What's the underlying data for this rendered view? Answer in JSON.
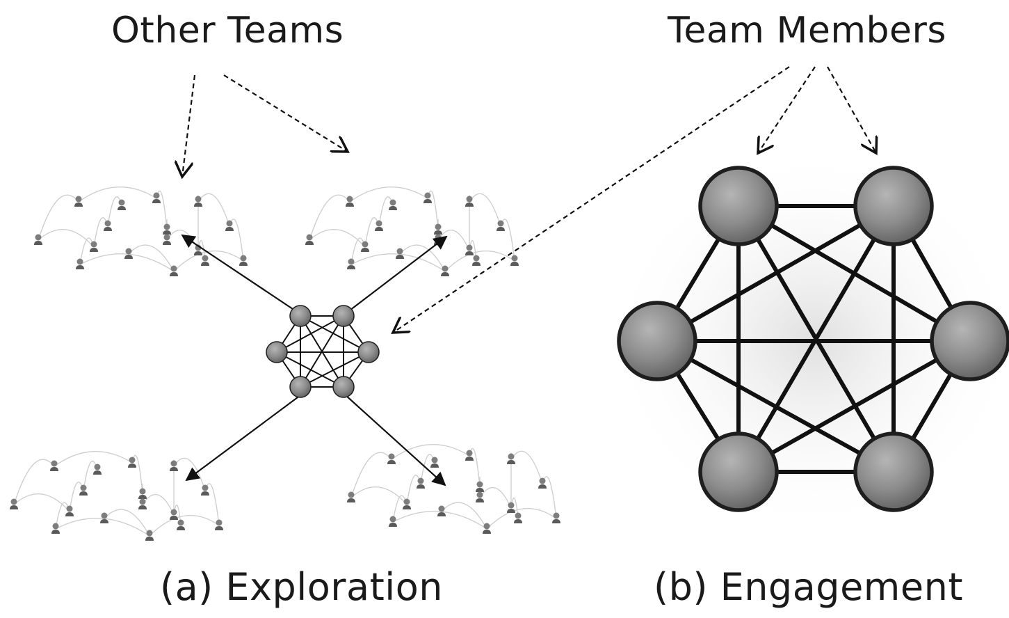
{
  "labels": {
    "other_teams": "Other Teams",
    "team_members": "Team Members",
    "panel_a": "(a) Exploration",
    "panel_b": "(b) Engagement"
  },
  "diagram": {
    "panels": [
      {
        "id": "a",
        "caption": "(a) Exploration",
        "central_team_size": 6,
        "other_team_clusters": 4
      },
      {
        "id": "b",
        "caption": "(b) Engagement",
        "team_size": 6,
        "fully_connected": true
      }
    ],
    "colors": {
      "node_fill": "#8a8a8a",
      "node_stroke": "#1e1e1e",
      "edge": "#111111",
      "faint_edge": "#cfcfcf",
      "faint_node": "#7d7d7d",
      "text": "#1a1a1a"
    }
  }
}
